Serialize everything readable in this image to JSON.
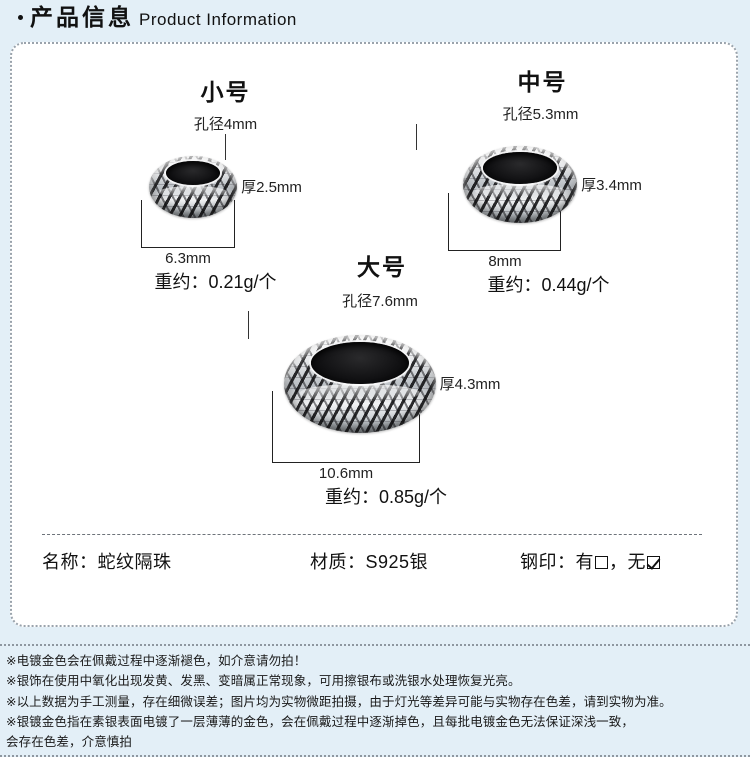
{
  "header": {
    "bullet": "bullet-dot",
    "title_cn": "产品信息",
    "title_en": "Product Information"
  },
  "sizes": [
    {
      "id": "small",
      "title": "小号",
      "hole_label": "孔径4mm",
      "thickness_label": "厚2.5mm",
      "width_label": "6.3mm",
      "weight_label": "重约：0.21g/个"
    },
    {
      "id": "medium",
      "title": "中号",
      "hole_label": "孔径5.3mm",
      "thickness_label": "厚3.4mm",
      "width_label": "8mm",
      "weight_label": "重约：0.44g/个"
    },
    {
      "id": "large",
      "title": "大号",
      "hole_label": "孔径7.6mm",
      "thickness_label": "厚4.3mm",
      "width_label": "10.6mm",
      "weight_label": "重约：0.85g/个"
    }
  ],
  "specs": {
    "name_label": "名称：蛇纹隔珠",
    "material_label": "材质：S925银",
    "stamp_prefix": "钢印：有",
    "stamp_middle": "，无",
    "stamp_yes_checked": false,
    "stamp_no_checked": true
  },
  "notices": [
    "※电镀金色会在佩戴过程中逐渐褪色，如介意请勿拍！",
    "※银饰在使用中氧化出现发黄、发黑、变暗属正常现象，可用擦银布或洗银水处理恢复光亮。",
    "※以上数据为手工测量，存在细微误差；图片均为实物微距拍摄，由于灯光等差异可能与实物存在色差，请到实物为准。",
    "※银镀金色指在素银表面电镀了一层薄薄的金色，会在佩戴过程中逐渐掉色，且每批电镀金色无法保证深浅一致，",
    "会存在色差，介意慎拍"
  ],
  "colors": {
    "page_background": "#e3eff7",
    "panel_background": "#ffffff",
    "panel_border": "#9aa3ac",
    "text": "#1a1a1a",
    "bead_metal": "#b9bec3",
    "bead_hole": "#111113"
  }
}
